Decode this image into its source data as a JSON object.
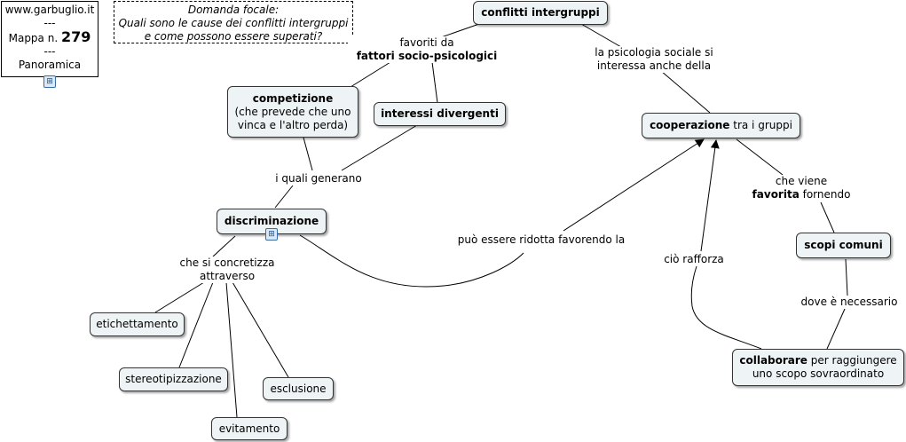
{
  "info_box": {
    "site": "www.garbuglio.it",
    "sep": "---",
    "map_label": "Mappa n.",
    "map_number": "279",
    "view": "Panoramica"
  },
  "focal_question": {
    "title": "Domanda focale:",
    "line1": "Quali sono le cause dei conflitti intergruppi",
    "line2": "e come possono essere superati?"
  },
  "nodes": {
    "conflitti": "conflitti intergruppi",
    "competizione_title": "competizione",
    "competizione_l1": "(che prevede che uno",
    "competizione_l2": "vinca e l'altro perda)",
    "interessi": "interessi divergenti",
    "cooperazione_bold": "cooperazione",
    "cooperazione_rest": " tra i gruppi",
    "discriminazione": "discriminazione",
    "scopi": "scopi comuni",
    "collaborare_bold": "collaborare",
    "collaborare_rest": " per raggiungere",
    "collaborare_l2": "uno scopo sovraordinato",
    "etichettamento": "etichettamento",
    "stereotipizzazione": "stereotipizzazione",
    "esclusione": "esclusione",
    "evitamento": "evitamento"
  },
  "links": {
    "favoriti_l1": "favoriti da",
    "favoriti_l2": "fattori socio-psicologici",
    "psicologia_l1": "la psicologia sociale si",
    "psicologia_l2": "interessa anche della",
    "generano": "i quali generano",
    "concretizza_l1": "che si concretizza",
    "concretizza_l2": "attraverso",
    "ridotta": "può essere ridotta favorendo la",
    "viene_l1": "che viene",
    "viene_bold": "favorita",
    "viene_rest": " fornendo",
    "necessario": "dove è necessario",
    "rafforza": "ciò rafforza"
  }
}
